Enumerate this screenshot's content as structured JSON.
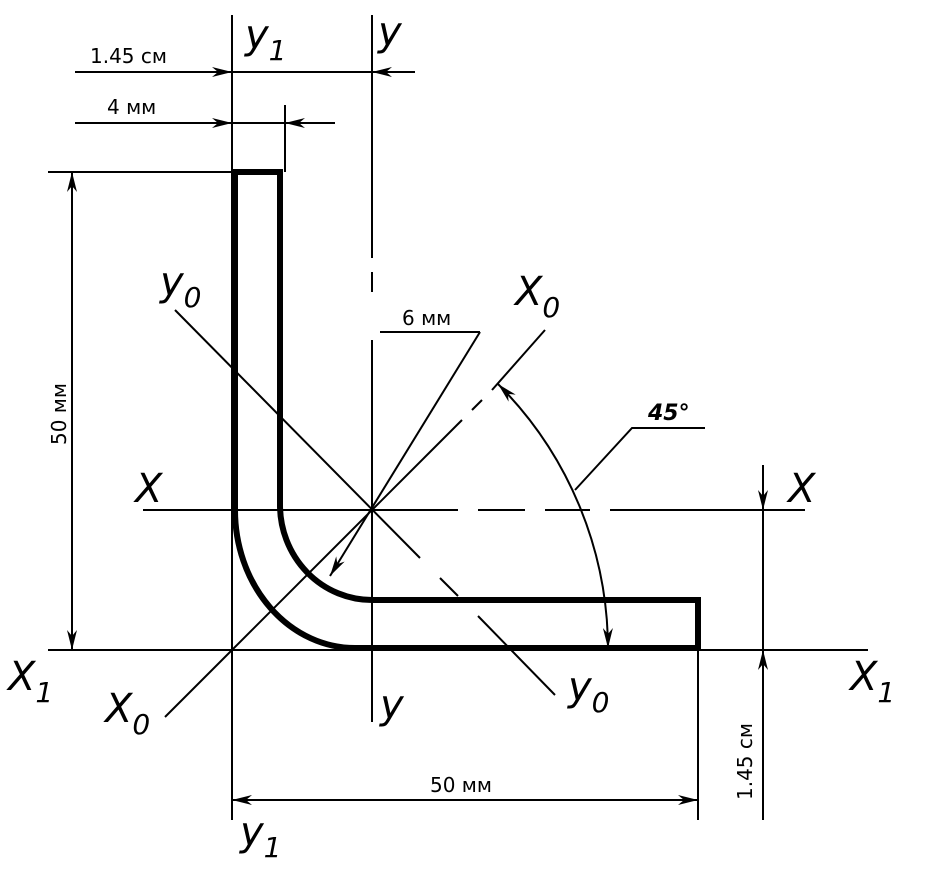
{
  "dimensions": {
    "top_offset": "1.45 см",
    "thickness": "4 мм",
    "height": "50 мм",
    "width": "50 мм",
    "right_offset": "1.45 см",
    "radius": "6 мм",
    "angle": "45°"
  },
  "axes": {
    "y1": {
      "letter": "y",
      "sub": "1"
    },
    "y": {
      "letter": "y"
    },
    "y0": {
      "letter": "y",
      "sub": "0"
    },
    "x0": {
      "letter": "X",
      "sub": "0"
    },
    "x": {
      "letter": "X"
    },
    "x1": {
      "letter": "X",
      "sub": "1"
    }
  }
}
